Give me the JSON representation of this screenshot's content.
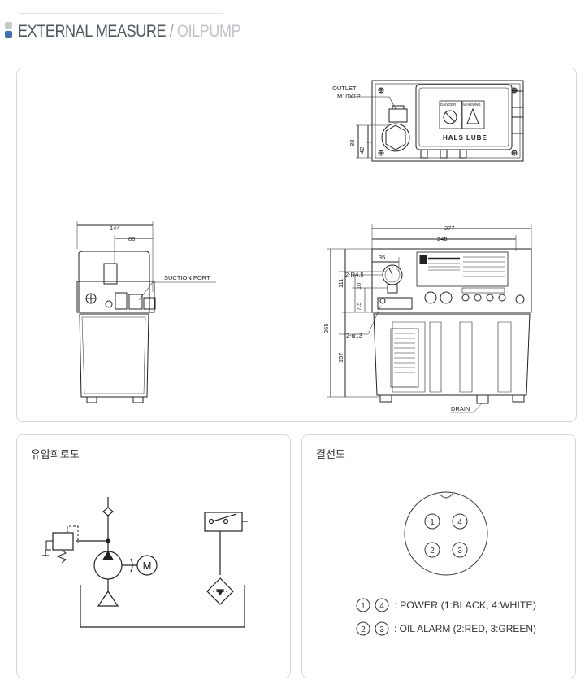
{
  "header": {
    "title_main": "EXTERNAL MEASURE",
    "title_sep": " / ",
    "title_sub": "OILPUMP"
  },
  "measure_drawing": {
    "top_view": {
      "outlet_label": "OUTLET",
      "outlet_thread": "M10X1P",
      "dim_88": "88",
      "dim_42": "42",
      "brand": "HALS LUBE",
      "danger_label": "DANGER",
      "warning_label": "WARNING"
    },
    "side_view": {
      "dim_144": "144",
      "dim_88": "88",
      "suction_port": "SUCTION PORT"
    },
    "front_view": {
      "dim_277": "277",
      "dim_245": "245",
      "dim_35": "35",
      "dim_r45": "2-R4.5",
      "dim_10": "10",
      "dim_111": "111",
      "dim_75": "7.5",
      "dim_265": "265",
      "dim_phi13": "2-φ13",
      "dim_157": "157",
      "drain": "DRAIN"
    }
  },
  "hydraulic_panel": {
    "title": "유압회로도",
    "motor_symbol": "M"
  },
  "wiring_panel": {
    "title": "결선도",
    "pins": [
      "1",
      "4",
      "2",
      "3"
    ],
    "legend": [
      {
        "a": "1",
        "b": "4",
        "text": ": POWER (1:BLACK, 4:WHITE)"
      },
      {
        "a": "2",
        "b": "3",
        "text": ": OIL ALARM (2:RED, 3:GREEN)"
      }
    ]
  }
}
